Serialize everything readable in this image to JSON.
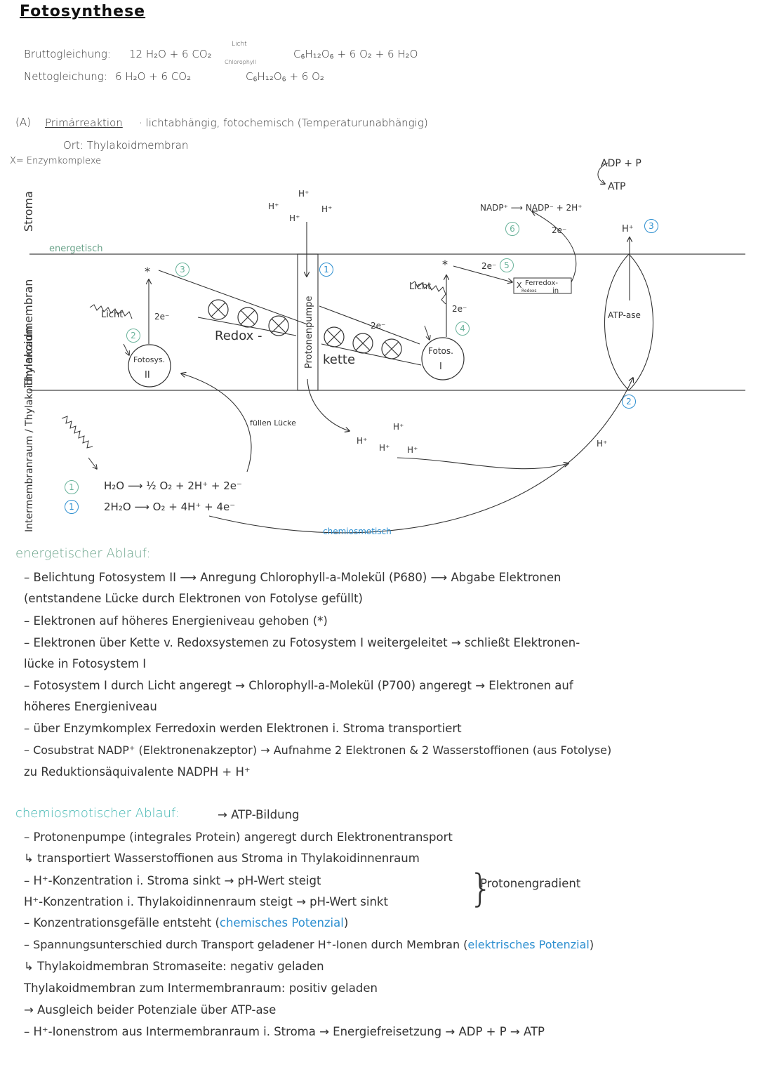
{
  "title": "Fotosynthese",
  "equations": {
    "brutto_label": "Bruttogleichung:",
    "brutto_left": "12 H₂O + 6 CO₂",
    "arrow_top": "Licht",
    "arrow_bottom": "Chlorophyll",
    "brutto_right": "C₆H₁₂O₆ + 6 O₂ + 6 H₂O",
    "netto_label": "Nettogleichung:",
    "netto_left": "6 H₂O + 6 CO₂",
    "netto_right": "C₆H₁₂O₆ + 6 O₂"
  },
  "section_a": {
    "prefix": "(A)",
    "name": "Primärreaktion",
    "desc": "· lichtabhängig, fotochemisch (Temperaturunabhängig)",
    "ort": "Ort: Thylakoidmembran",
    "enzyme": "X= Enzymkomplexe"
  },
  "diagram": {
    "region_stroma": "Stroma",
    "region_membrane": "Thylakoidmembran",
    "region_inner": "Intermembranraum / Thylakoidinnenraum",
    "energetisch": "energetisch",
    "chemiosmotisch": "chemiosmotisch",
    "h_plus": "H⁺",
    "two_e": "2e⁻",
    "licht": "Licht",
    "star": "*",
    "fotosys2_a": "Fotosys.",
    "fotosys2_b": "II",
    "fotos1_a": "Fotos.",
    "fotos1_b": "I",
    "redox_a": "Redox -",
    "redox_b": "kette",
    "pumpe": "Protonenpumpe",
    "ferredoxin_a": "Ferredox-",
    "ferredoxin_b": "in",
    "ferredoxin_x": "X",
    "ferredoxin_tiny": "Redoxs",
    "atpase": "ATP-ase",
    "adp_p": "ADP + P",
    "atp": "ATP",
    "nadp": "NADP⁺ ⟶ NADP⁻ + 2H⁺",
    "fuellen": "füllen Lücke",
    "water1": "H₂O ⟶ ½ O₂ + 2H⁺ + 2e⁻",
    "water2": "2H₂O ⟶ O₂ + 4H⁺ + 4e⁻",
    "n1": "1",
    "n2": "2",
    "n3": "3",
    "n4": "4",
    "n5": "5",
    "n6": "6"
  },
  "energetisch_section": {
    "heading": "energetischer Ablauf:",
    "lines": [
      "–  Belichtung Fotosystem II ⟶ Anregung Chlorophyll-a-Molekül (P680) ⟶ Abgabe Elektronen",
      "    (entstandene Lücke durch Elektronen von Fotolyse gefüllt)",
      "–  Elektronen auf höheres Energieniveau gehoben (*)",
      "–  Elektronen über Kette v. Redoxsystemen zu Fotosystem I weitergeleitet → schließt Elektronen-",
      "    lücke in Fotosystem I",
      "–  Fotosystem I durch Licht angeregt → Chlorophyll-a-Molekül (P700) angeregt → Elektronen auf",
      "    höheres Energieniveau",
      "–  über Enzymkomplex Ferredoxin werden Elektronen i. Stroma transportiert",
      "–  Cosubstrat NADP⁺ (Elektronenakzeptor) → Aufnahme 2 Elektronen & 2 Wasserstoffionen (aus Fotolyse)",
      "    zu Reduktionsäquivalente NADPH + H⁺"
    ]
  },
  "chemiosmotisch_section": {
    "heading": "chemiosmotischer Ablauf:",
    "heading_suffix": "→ ATP-Bildung",
    "line1": "–  Protonenpumpe (integrales Protein) angeregt durch Elektronentransport",
    "line2": "    ↳ transportiert Wasserstoffionen aus Stroma in Thylakoidinnenraum",
    "line3": "–  H⁺-Konzentration i. Stroma sinkt → pH-Wert steigt",
    "line4": "    H⁺-Konzentration i. Thylakoidinnenraum steigt → pH-Wert sinkt",
    "gradient": "Protonengradient",
    "line5_a": "–  Konzentrationsgefälle entsteht (",
    "line5_b": "chemisches Potenzial",
    "line5_c": ")",
    "line6_a": "–  Spannungsunterschied durch Transport geladener H⁺-Ionen durch Membran (",
    "line6_b": "elektrisches Potenzial",
    "line6_c": ")",
    "line7": "    ↳ Thylakoidmembran Stromaseite: negativ geladen",
    "line8": "       Thylakoidmembran zum Intermembranraum: positiv geladen",
    "line9": "→  Ausgleich beider Potenziale über ATP-ase",
    "line10": "–  H⁺-Ionenstrom aus Intermembranraum i. Stroma → Energiefreisetzung →   ADP + P → ATP"
  }
}
